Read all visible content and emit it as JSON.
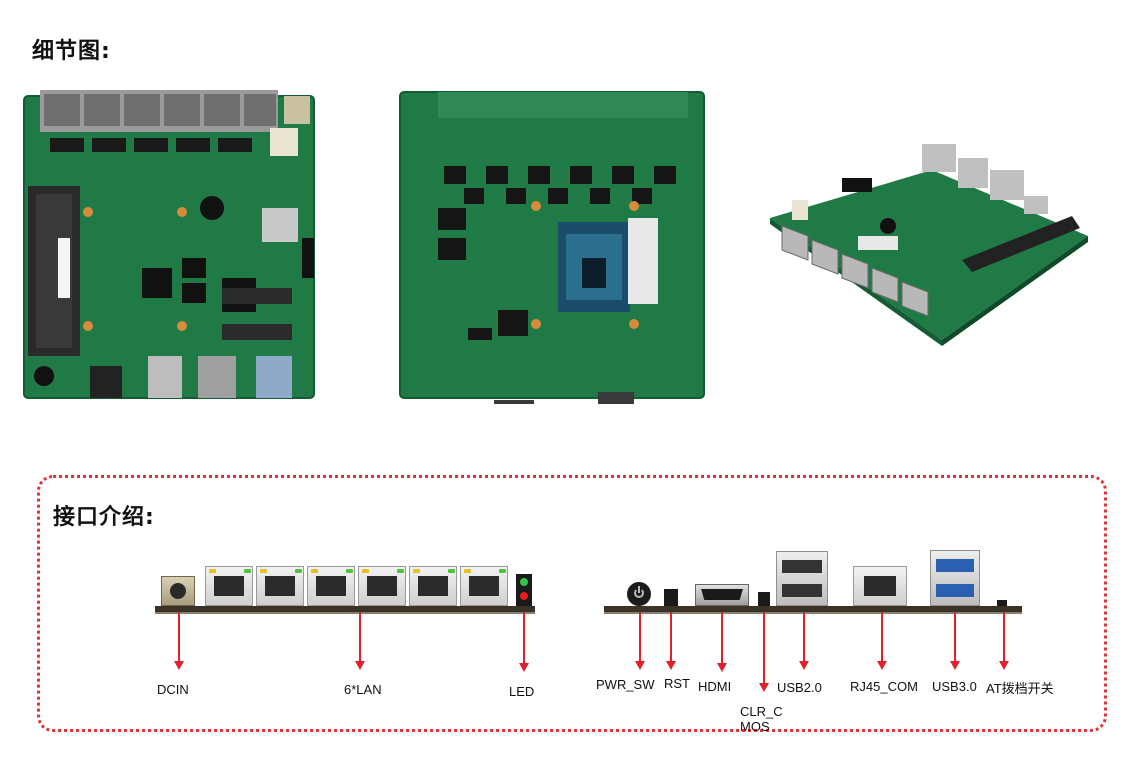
{
  "sections": {
    "details_title": "细节图:",
    "interfaces_title": "接口介绍:"
  },
  "photos": [
    {
      "name": "board-top-view"
    },
    {
      "name": "board-bottom-view"
    },
    {
      "name": "board-angle-view"
    }
  ],
  "labels": {
    "dcin": "DCIN",
    "lan": "6*LAN",
    "led": "LED",
    "pwr_sw": "PWR_SW",
    "rst": "RST",
    "hdmi": "HDMI",
    "clr_cmos_line1": "CLR_C",
    "clr_cmos_line2": "MOS",
    "usb2": "USB2.0",
    "rj45_com": "RJ45_COM",
    "usb3": "USB3.0",
    "at_switch": "AT拨档开关"
  },
  "colors": {
    "accent_red": "#e0202a",
    "pcb_green": "#1f7a45"
  }
}
